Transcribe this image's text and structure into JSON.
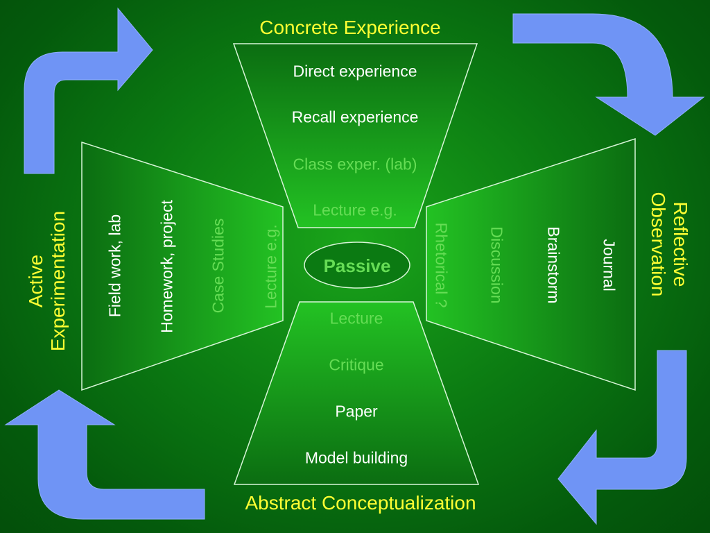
{
  "titles": {
    "top": "Concrete Experience",
    "bottom": "Abstract Conceptualization",
    "left_line1": "Active",
    "left_line2": "Experimentation",
    "right_line1": "Reflective",
    "right_line2": "Observation"
  },
  "center": {
    "label": "Passive"
  },
  "top_panel": {
    "items": [
      "Direct experience",
      "Recall experience",
      "Class exper. (lab)",
      "Lecture e.g."
    ]
  },
  "bottom_panel": {
    "items": [
      "Lecture",
      "Critique",
      "Paper",
      "Model building"
    ]
  },
  "left_panel": {
    "items": [
      "Field work, lab",
      "Homework, project",
      "Case Studies",
      "Lecture e.g."
    ]
  },
  "right_panel": {
    "items": [
      "Journal",
      "Brainstorm",
      "Discussion",
      "Rhetorical ?"
    ]
  },
  "colors": {
    "title": "#ffff33",
    "strong_text": "#ffffff",
    "faded_text": "#66dd55",
    "arrow": "#6f94f5",
    "panel_outline": "#d8f5d8"
  }
}
